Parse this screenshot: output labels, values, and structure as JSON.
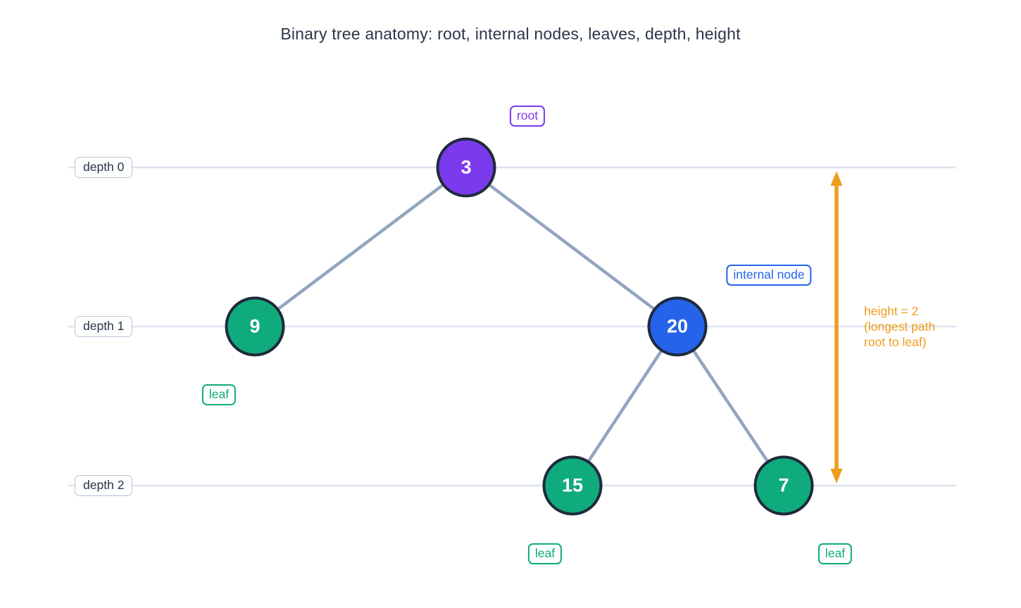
{
  "title": "Binary tree anatomy: root, internal nodes, leaves, depth, height",
  "colors": {
    "root_node": "#7c3aed",
    "internal_node": "#2563eb",
    "leaf_node": "#10ab7d",
    "node_border": "#1f2a3c",
    "edge": "#92a5c0",
    "depth_line": "#dde5ef",
    "height_accent": "#f09d1e",
    "text": "#2b3649"
  },
  "tree": {
    "nodes": [
      {
        "value": "3",
        "role": "root",
        "depth": 0
      },
      {
        "value": "9",
        "role": "leaf",
        "depth": 1
      },
      {
        "value": "20",
        "role": "internal",
        "depth": 1
      },
      {
        "value": "15",
        "role": "leaf",
        "depth": 2
      },
      {
        "value": "7",
        "role": "leaf",
        "depth": 2
      }
    ],
    "edges": [
      {
        "from": "3",
        "to": "9"
      },
      {
        "from": "3",
        "to": "20"
      },
      {
        "from": "20",
        "to": "15"
      },
      {
        "from": "20",
        "to": "7"
      }
    ]
  },
  "depth_labels": [
    {
      "label": "depth 0"
    },
    {
      "label": "depth 1"
    },
    {
      "label": "depth 2"
    }
  ],
  "annotations": {
    "root": "root",
    "internal": "internal node",
    "leaf_9": "leaf",
    "leaf_15": "leaf",
    "leaf_7": "leaf",
    "height_line1": "height = 2",
    "height_line2": "(longest path",
    "height_line3": "root to leaf)"
  }
}
